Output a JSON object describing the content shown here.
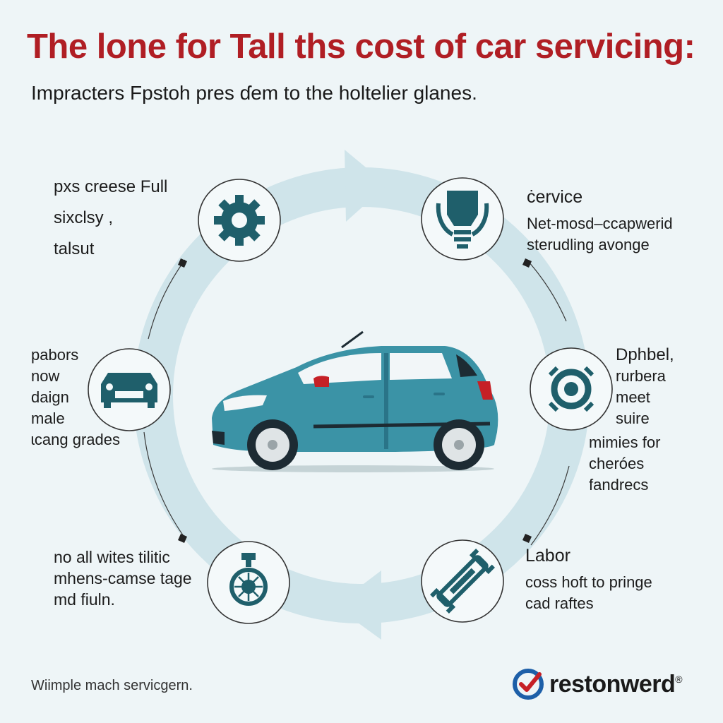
{
  "title": "The lone for Tall ths cost of car servicing:",
  "subtitle": "Impracters Fpstoh pres ɗem to the holtelier glanes.",
  "items": [
    {
      "icon": "gear-icon",
      "lines": [
        "pxs creese Full",
        "sixclsy ,",
        "talsut"
      ]
    },
    {
      "icon": "service-tool-icon",
      "lines": [
        "ċervice",
        "Net-mosd–ccapwerid",
        "sterudling avonge"
      ]
    },
    {
      "icon": "car-front-icon",
      "lines": [
        "pabors",
        "now",
        "daign",
        "male",
        "ɩcang grades"
      ]
    },
    {
      "icon": "wheel-icon",
      "lines": [
        "Dphbel,",
        "rurbera",
        "meet",
        "suire",
        "mimies for",
        "cheróes",
        "fandrecs"
      ]
    },
    {
      "icon": "pressure-gauge-icon",
      "lines": [
        "no all wites tilitic",
        "mhens-camse tage",
        "md fiuln."
      ]
    },
    {
      "icon": "wrench-icon",
      "lines": [
        "Labor",
        "coss hoft to pringe",
        "cad raftes"
      ]
    }
  ],
  "footer": "Wiimple mach servicgern.",
  "brand": {
    "name": "restonwerd",
    "mark": "®"
  },
  "colors": {
    "title": "#b01e24",
    "icon": "#1f5f6b",
    "car_body": "#3b93a6",
    "ring": "#c8e1e8",
    "logo_blue": "#1d5fa8",
    "logo_red": "#c62026"
  }
}
